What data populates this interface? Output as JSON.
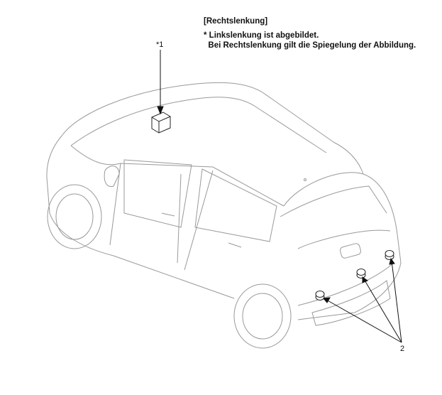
{
  "header": {
    "title": "[Rechtslenkung]",
    "note_line1": "* Linkslenkung ist abgebildet.",
    "note_line2": "  Bei Rechtslenkung gilt die Spiegelung der Abbildung."
  },
  "callouts": {
    "module_label": "*1",
    "sensor_label": "2"
  }
}
